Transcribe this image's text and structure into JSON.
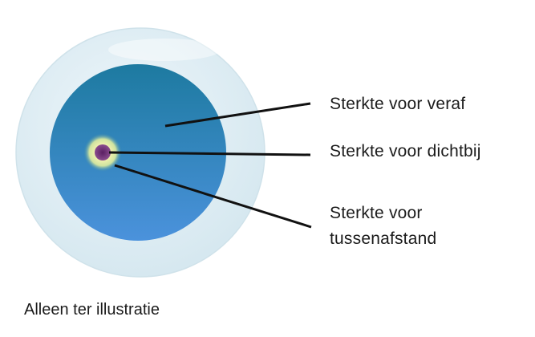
{
  "labels": {
    "far": "Sterkte voor veraf",
    "near": "Sterkte voor dichtbij",
    "intermediate_line1": "Sterkte voor",
    "intermediate_line2": "tussenafstand"
  },
  "caption": "Alleen ter illustratie",
  "colors": {
    "outer_ring": "#dcebf2",
    "optic_zone_top": "#1f7ea3",
    "optic_zone_bottom": "#4a90d9",
    "near_zone_center": "#6a2a6e",
    "halo": "#f3f1a8",
    "leader_line": "#111111"
  }
}
